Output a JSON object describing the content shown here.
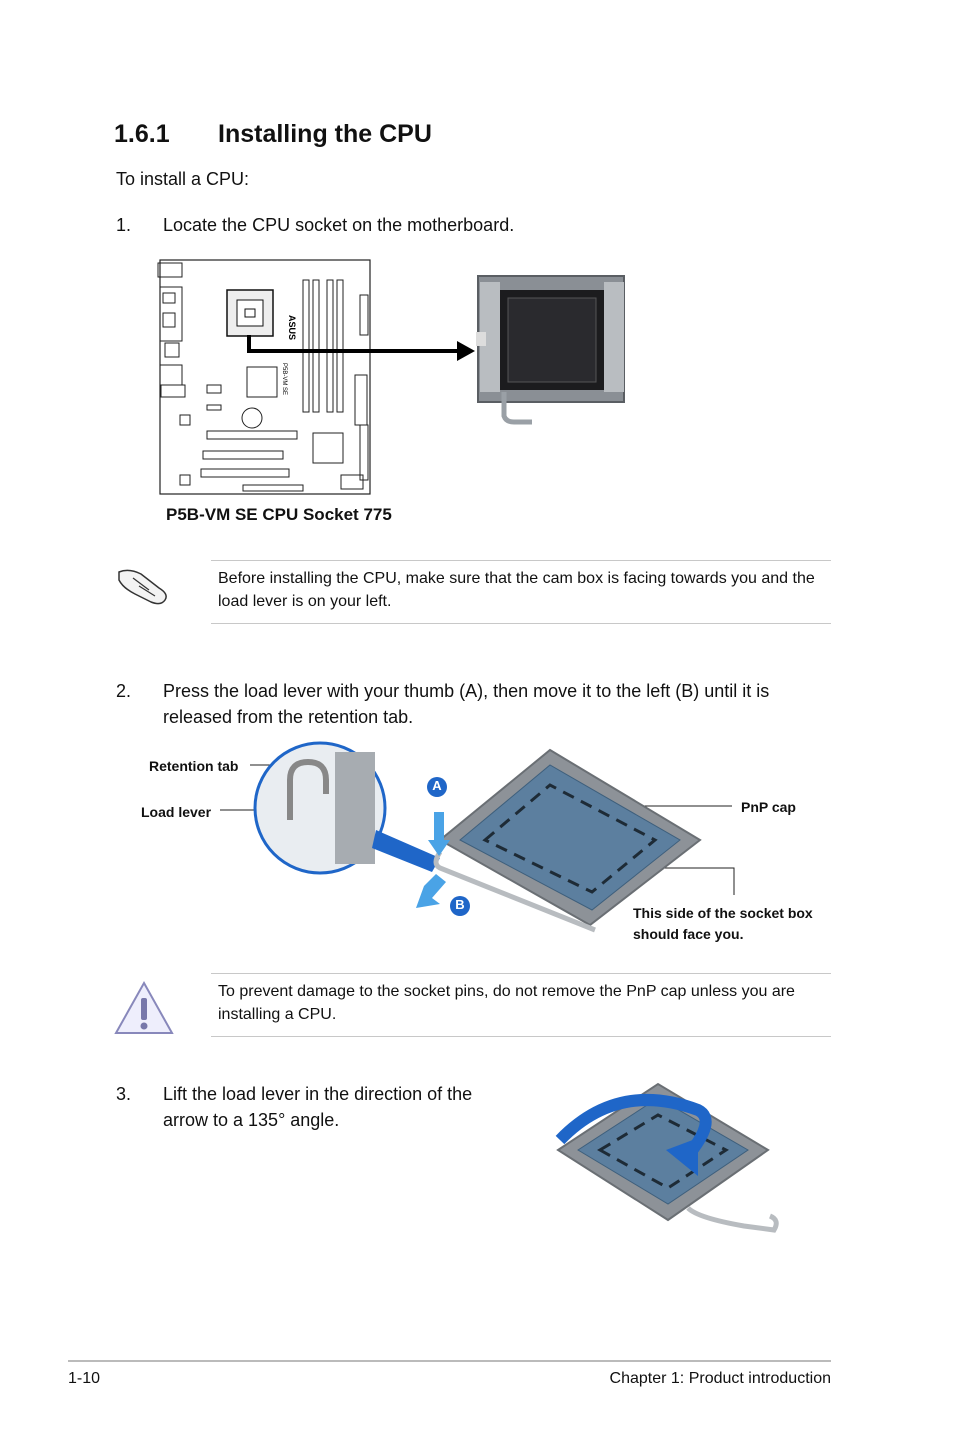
{
  "section": {
    "number": "1.6.1",
    "title": "Installing the CPU"
  },
  "intro": "To install a CPU:",
  "steps": [
    {
      "num": "1.",
      "text": "Locate the CPU socket on the motherboard."
    },
    {
      "num": "2.",
      "text": "Press the load lever with your thumb (A), then move it to the left (B) until it is released from the retention tab."
    },
    {
      "num": "3.",
      "text": "Lift the load lever in the direction of the arrow to a 135° angle."
    }
  ],
  "figure1": {
    "caption": "P5B-VM SE CPU Socket 775",
    "board_marking": "P5B-VM SE",
    "logo_text": "ASUS"
  },
  "note1": "Before installing the CPU, make sure that the cam box is facing towards you and the load lever is on your left.",
  "figure2": {
    "labels": {
      "retention_tab": "Retention tab",
      "load_lever": "Load lever",
      "pnp_cap": "PnP cap",
      "socket_side": "This side of the socket box should face you.",
      "a": "A",
      "b": "B"
    }
  },
  "caution": "To prevent damage to the socket pins, do not remove the PnP cap unless you are installing a CPU.",
  "footer": {
    "page": "1-10",
    "chapter": "Chapter 1: Product introduction"
  },
  "icons": {
    "note": "hand-note-icon",
    "caution": "warning-triangle-icon"
  }
}
